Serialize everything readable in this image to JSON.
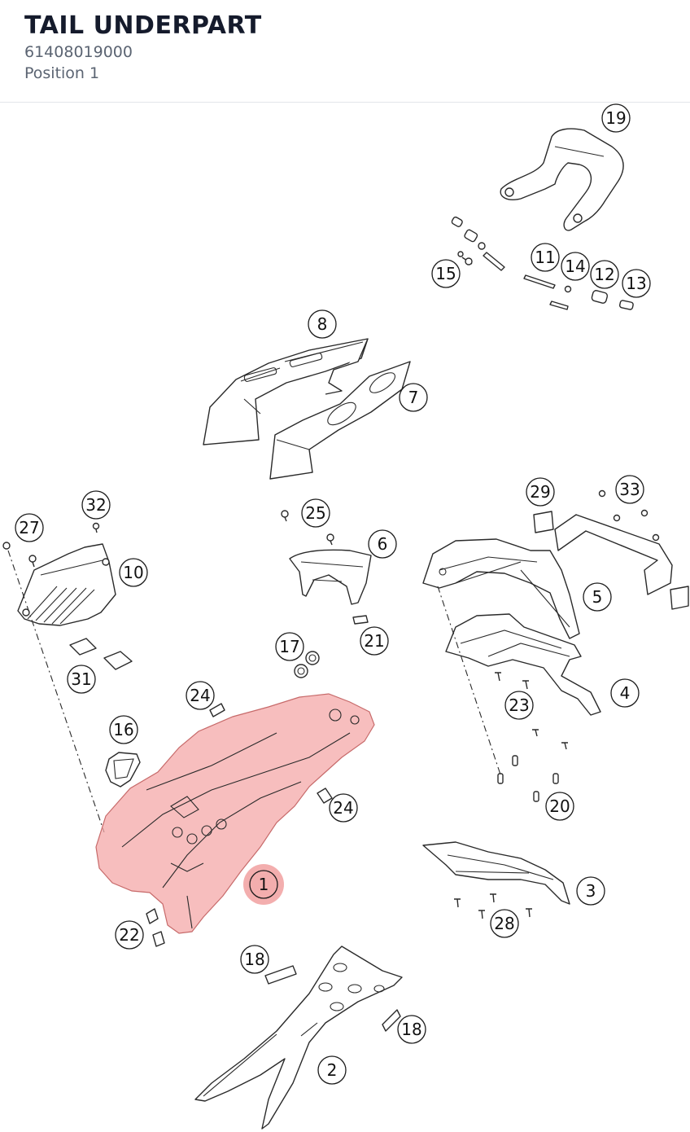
{
  "header": {
    "title": "TAIL UNDERPART",
    "part_number": "61408019000",
    "position": "Position 1"
  },
  "colors": {
    "highlight": "#f4a8a8",
    "title": "#151b2c",
    "subtext": "#5b6472"
  },
  "diagram": {
    "selected_callout": "1",
    "callouts": [
      "1",
      "2",
      "3",
      "4",
      "5",
      "6",
      "7",
      "8",
      "10",
      "11",
      "12",
      "13",
      "14",
      "15",
      "16",
      "17",
      "18",
      "18",
      "19",
      "20",
      "21",
      "22",
      "23",
      "24",
      "24",
      "25",
      "27",
      "28",
      "29",
      "31",
      "32",
      "33"
    ]
  }
}
